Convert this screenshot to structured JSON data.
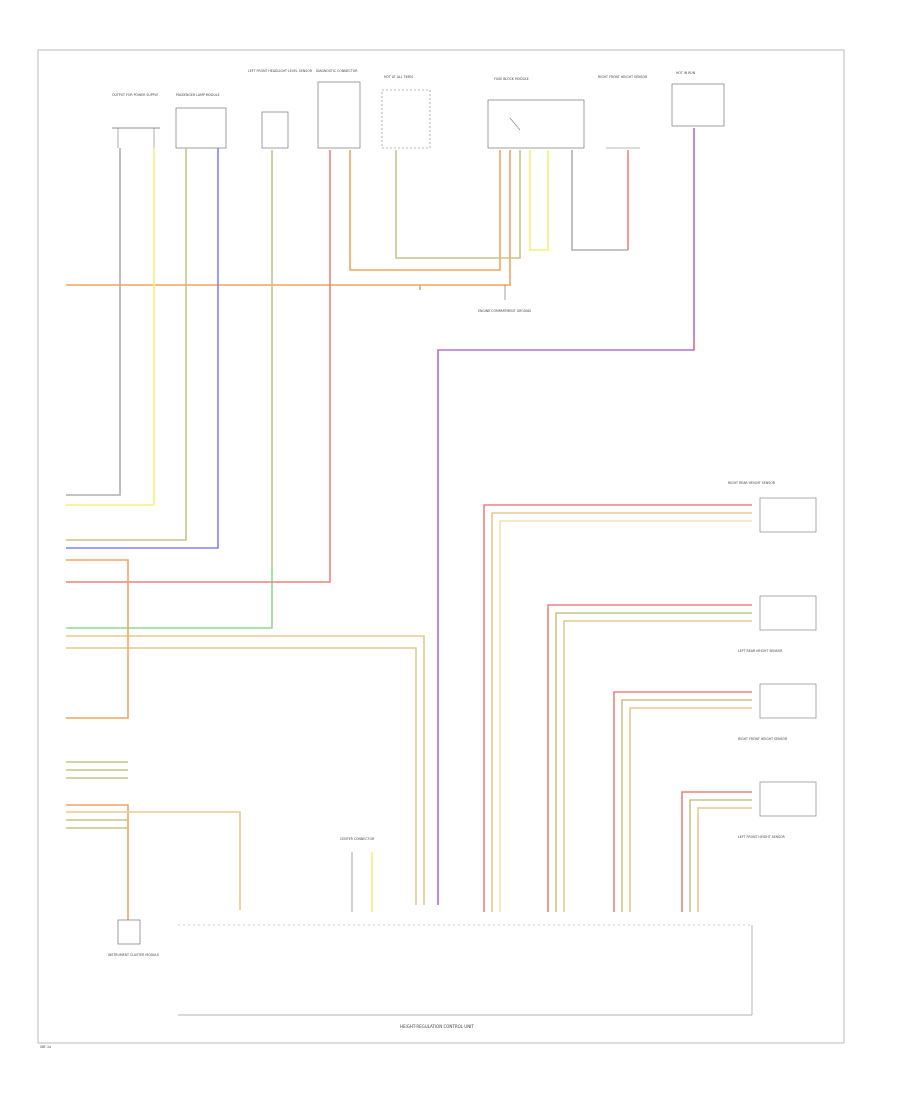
{
  "diagram": {
    "page_code": "S8F-1a",
    "main_module_label": "HEIGHT-REGULATION CONTROL UNIT",
    "top_components": [
      "OUTPUT FOR POWER SUPPLY",
      "PASSENGER LAMP MODULE",
      "LEFT FRONT HEADLIGHT LEVEL SENSOR",
      "DIAGNOSTIC CONNECTOR",
      "HOT AT ALL TIMES",
      "FUSE BLOCK MODULE",
      "RIGHT FRONT HEIGHT SENSOR",
      "HOT IN RUN"
    ],
    "right_sensors": [
      "RIGHT REAR HEIGHT SENSOR",
      "LEFT REAR HEIGHT SENSOR",
      "RIGHT FRONT HEIGHT SENSOR",
      "LEFT FRONT HEIGHT SENSOR"
    ],
    "ground_label": "ENGINE COMPARTMENT GROUND",
    "bottom_left_component": "INSTRUMENT CLUSTER MODULE",
    "center_connector_label": "CENTER CONNECTOR",
    "wire_colors": {
      "orange": "#f4a460",
      "yellow": "#f5f07a",
      "blue": "#8080ff",
      "gray": "#b0b0b0",
      "olive": "#c8c48a",
      "red": "#f08080",
      "purple": "#b070d0",
      "green": "#90d890",
      "tan": "#e8c890"
    }
  }
}
